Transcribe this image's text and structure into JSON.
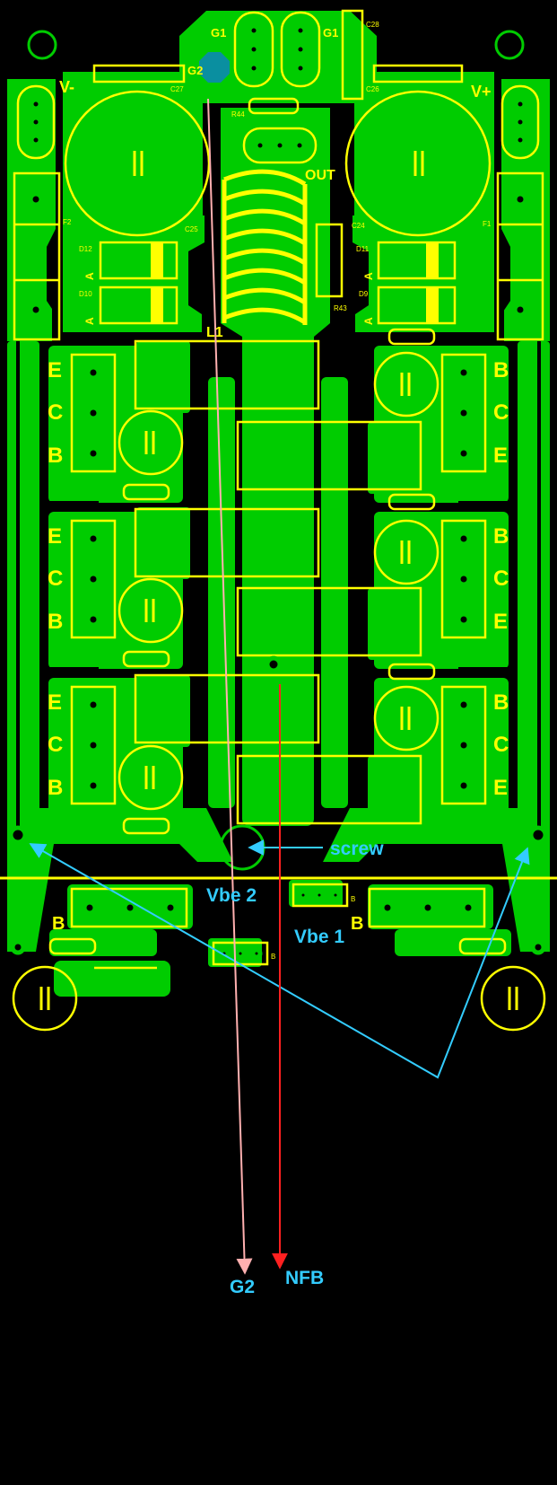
{
  "colors": {
    "background": "#000000",
    "copper": "#00cc00",
    "silkscreen": "#ffff00",
    "annotation": "#33ccff",
    "g2_arrow": "#ffb0b0",
    "nfb_arrow": "#ff2020",
    "g2_pad": "#0a8fa0"
  },
  "labels": {
    "g1_left": "G1",
    "g1_right": "G1",
    "g2_pad": "G2",
    "v_minus": "V-",
    "v_plus": "V+",
    "out": "OUT",
    "l1": "L1",
    "c28": "C28",
    "c27": "C27",
    "c26": "C26",
    "c25": "C25",
    "c24": "C24",
    "r44": "R44",
    "r43": "R43",
    "f2": "F2",
    "f1": "F1",
    "d12": "D12",
    "d10": "D10",
    "d11": "D11",
    "d9": "D9",
    "anode": "A"
  },
  "transistors_left": [
    {
      "pins": [
        "E",
        "C",
        "B"
      ]
    },
    {
      "pins": [
        "E",
        "C",
        "B"
      ]
    },
    {
      "pins": [
        "E",
        "C",
        "B"
      ]
    }
  ],
  "transistors_right": [
    {
      "pins": [
        "B",
        "C",
        "E"
      ]
    },
    {
      "pins": [
        "B",
        "C",
        "E"
      ]
    },
    {
      "pins": [
        "B",
        "C",
        "E"
      ]
    }
  ],
  "bottom": {
    "b_left": "B",
    "b_right": "B",
    "b_small_1": "B",
    "b_small_2": "B"
  },
  "annotations": {
    "screw": "screw",
    "vbe2": "Vbe 2",
    "vbe1": "Vbe 1",
    "g2": "G2",
    "nfb": "NFB"
  }
}
